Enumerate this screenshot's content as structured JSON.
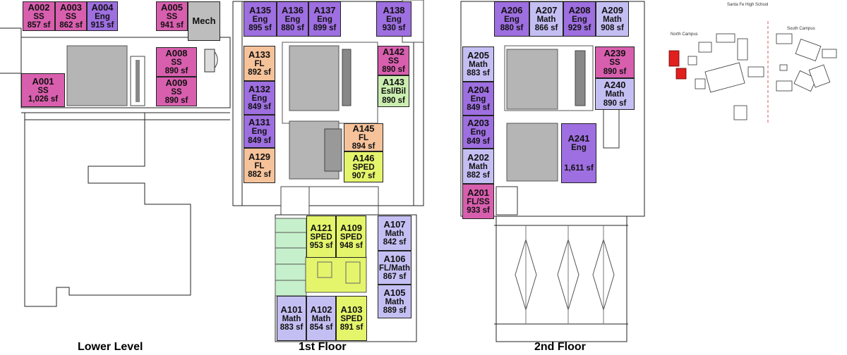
{
  "colors": {
    "ss": "#d85fae",
    "eng": "#9e6fe0",
    "math": "#c4bff2",
    "fl": "#f5c29a",
    "sped": "#e4f56c",
    "esl": "#cbeeb0",
    "mech": "#bdbdbd",
    "core": "#b5b5b5",
    "green": "#c6f0cb",
    "highlight": "#e0201e"
  },
  "floors": {
    "lower": "Lower Level",
    "first": "1st Floor",
    "second": "2nd Floor"
  },
  "rooms": {
    "a002": {
      "id": "A002",
      "subject": "SS",
      "sf": "857 sf"
    },
    "a003": {
      "id": "A003",
      "subject": "SS",
      "sf": "862 sf"
    },
    "a004": {
      "id": "A004",
      "subject": "Eng",
      "sf": "915 sf"
    },
    "a005": {
      "id": "A005",
      "subject": "SS",
      "sf": "941 sf"
    },
    "mech": {
      "id": "Mech"
    },
    "a008": {
      "id": "A008",
      "subject": "SS",
      "sf": "890 sf"
    },
    "a009": {
      "id": "A009",
      "subject": "SS",
      "sf": "890 sf"
    },
    "a001": {
      "id": "A001",
      "subject": "SS",
      "sf": "1,026 sf"
    },
    "a135": {
      "id": "A135",
      "subject": "Eng",
      "sf": "895 sf"
    },
    "a136": {
      "id": "A136",
      "subject": "Eng",
      "sf": "880 sf"
    },
    "a137": {
      "id": "A137",
      "subject": "Eng",
      "sf": "899 sf"
    },
    "a138": {
      "id": "A138",
      "subject": "Eng",
      "sf": "930 sf"
    },
    "a133": {
      "id": "A133",
      "subject": "FL",
      "sf": "892 sf"
    },
    "a142": {
      "id": "A142",
      "subject": "SS",
      "sf": "890 sf"
    },
    "a132": {
      "id": "A132",
      "subject": "Eng",
      "sf": "849 sf"
    },
    "a143": {
      "id": "A143",
      "subject": "Esl/Bil",
      "sf": "890 sf"
    },
    "a131": {
      "id": "A131",
      "subject": "Eng",
      "sf": "849 sf"
    },
    "a145": {
      "id": "A145",
      "subject": "FL",
      "sf": "894 sf"
    },
    "a129": {
      "id": "A129",
      "subject": "FL",
      "sf": "882 sf"
    },
    "a146": {
      "id": "A146",
      "subject": "SPED",
      "sf": "907 sf"
    },
    "a121": {
      "id": "A121",
      "subject": "SPED",
      "sf": "953 sf"
    },
    "a109": {
      "id": "A109",
      "subject": "SPED",
      "sf": "948 sf"
    },
    "a107": {
      "id": "A107",
      "subject": "Math",
      "sf": "842 sf"
    },
    "a106": {
      "id": "A106",
      "subject": "FL/Math",
      "sf": "867 sf"
    },
    "a105": {
      "id": "A105",
      "subject": "Math",
      "sf": "889 sf"
    },
    "a101": {
      "id": "A101",
      "subject": "Math",
      "sf": "883 sf"
    },
    "a102": {
      "id": "A102",
      "subject": "Math",
      "sf": "854 sf"
    },
    "a103": {
      "id": "A103",
      "subject": "SPED",
      "sf": "891 sf"
    },
    "a206": {
      "id": "A206",
      "subject": "Eng",
      "sf": "880 sf"
    },
    "a207": {
      "id": "A207",
      "subject": "Math",
      "sf": "866 sf"
    },
    "a208": {
      "id": "A208",
      "subject": "Eng",
      "sf": "929 sf"
    },
    "a209": {
      "id": "A209",
      "subject": "Math",
      "sf": "908 sf"
    },
    "a205": {
      "id": "A205",
      "subject": "Math",
      "sf": "883 sf"
    },
    "a239": {
      "id": "A239",
      "subject": "SS",
      "sf": "890 sf"
    },
    "a204": {
      "id": "A204",
      "subject": "Eng",
      "sf": "849 sf"
    },
    "a240": {
      "id": "A240",
      "subject": "Math",
      "sf": "890 sf"
    },
    "a203": {
      "id": "A203",
      "subject": "Eng",
      "sf": "849 sf"
    },
    "a241": {
      "id": "A241",
      "subject": "Eng",
      "sf": "1,611 sf"
    },
    "a202": {
      "id": "A202",
      "subject": "Math",
      "sf": "882 sf"
    },
    "a201": {
      "id": "A201",
      "subject": "FL/SS",
      "sf": "933 sf"
    }
  },
  "site_plan": {
    "title": "Santa Fe High School",
    "north": "North Campus",
    "south": "South Campus"
  }
}
